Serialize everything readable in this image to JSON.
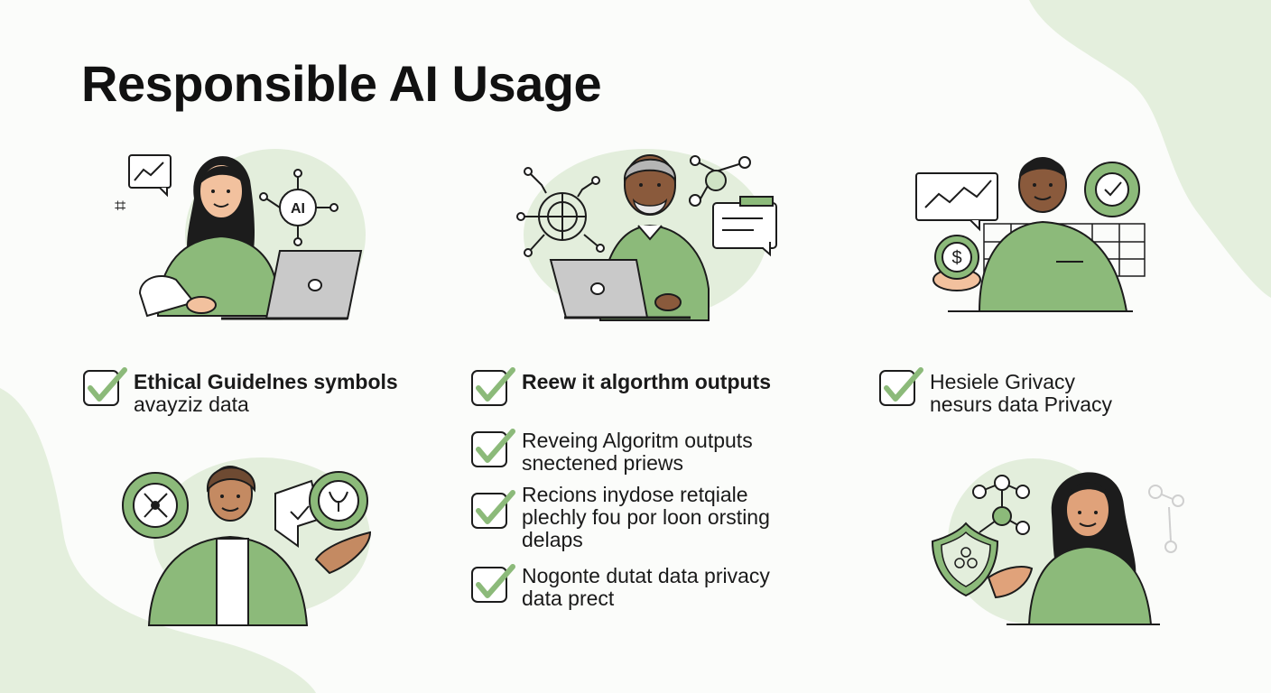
{
  "page": {
    "title": "Responsible AI Usage"
  },
  "colors": {
    "background": "#fbfcfa",
    "accent_green": "#8cba7a",
    "pale_green": "#e3eedc",
    "outline": "#1c1c1c",
    "skin_light": "#f2c19e",
    "skin_dark": "#8a5a3c"
  },
  "illustrations": {
    "top_left": {
      "badge": "AI",
      "icons": [
        "chart-bubble-icon",
        "ai-network-icon",
        "laptop-icon"
      ]
    },
    "top_center": {
      "icons": [
        "neural-network-icon",
        "node-graph-icon",
        "document-icon",
        "laptop-icon"
      ]
    },
    "top_right": {
      "badge": "$",
      "icons": [
        "chart-bubble-icon",
        "clock-target-icon",
        "grid-icon",
        "coin-icon"
      ]
    },
    "bottom_left": {
      "icons": [
        "gear-network-icon",
        "speech-check-icon",
        "shield-globe-icon"
      ]
    },
    "bottom_right": {
      "icons": [
        "node-graph-icon",
        "shield-icon"
      ]
    }
  },
  "checklist": {
    "left": {
      "line1": "Ethical Guidelnes symbols",
      "line2": "avayziz data"
    },
    "center": [
      {
        "line1": "Reew it algorthm outputs",
        "line2": ""
      },
      {
        "line1": "Reveing Algoritm outputs",
        "line2": "snectened priews"
      },
      {
        "line1": "Recions inydose retqiale",
        "line2": "plechly fou por loon orsting",
        "line3": "delaps"
      },
      {
        "line1": "Nogonte dutat data privacy",
        "line2": "data prect"
      }
    ],
    "right": {
      "line1": "Hesiele Grivacy",
      "line2": "nesurs data Privacy"
    }
  }
}
